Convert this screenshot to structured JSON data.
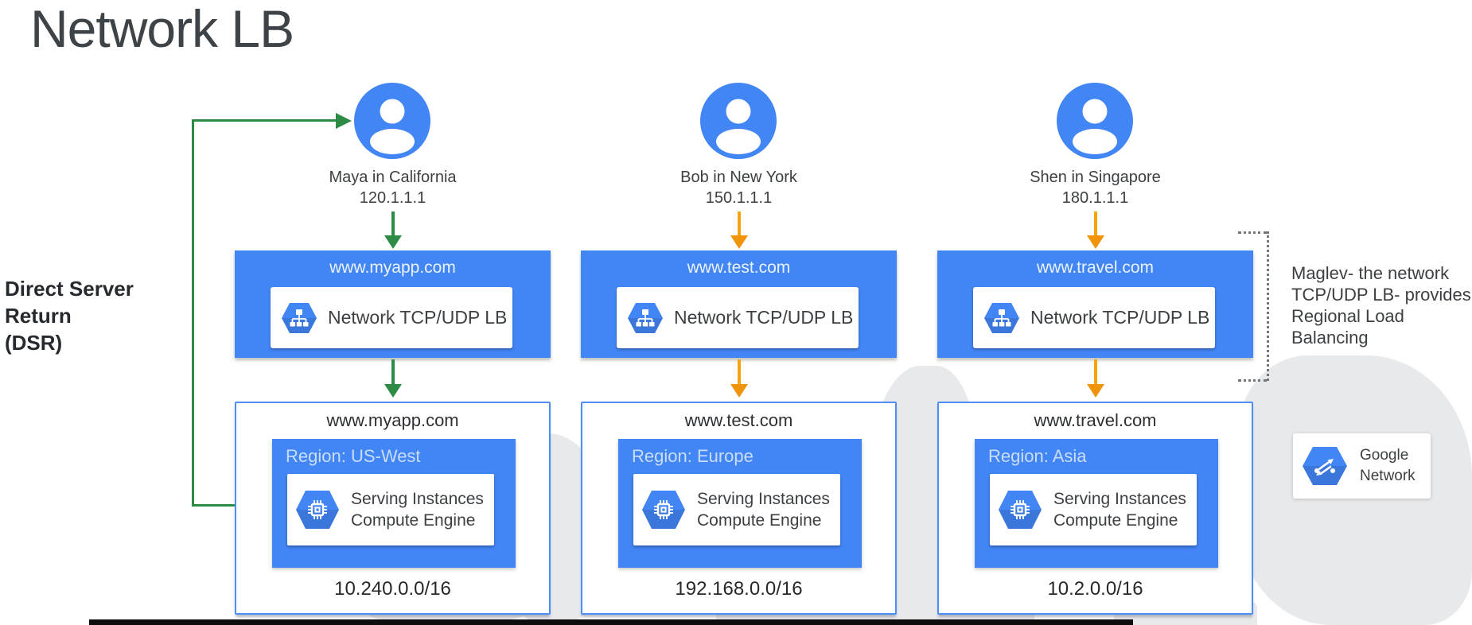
{
  "title": "Network LB",
  "dsr_note": {
    "lines": [
      "Direct Server",
      "Return",
      "(DSR)"
    ]
  },
  "maglev_note": {
    "lines": [
      "Maglev- the network",
      "TCP/UDP LB- provides",
      "Regional Load",
      "Balancing"
    ]
  },
  "columns": [
    {
      "user": {
        "name": "Maya in California",
        "ip": "120.1.1.1"
      },
      "frontend": {
        "domain": "www.myapp.com",
        "lb_label": "Network TCP/UDP LB"
      },
      "backend": {
        "domain": "www.myapp.com",
        "region_label": "Region: US-West",
        "instance_lines": [
          "Serving Instances",
          "Compute Engine"
        ],
        "cidr": "10.240.0.0/16"
      },
      "arrow_color": "#2E8B46"
    },
    {
      "user": {
        "name": "Bob in New York",
        "ip": "150.1.1.1"
      },
      "frontend": {
        "domain": "www.test.com",
        "lb_label": "Network TCP/UDP LB"
      },
      "backend": {
        "domain": "www.test.com",
        "region_label": "Region: Europe",
        "instance_lines": [
          "Serving Instances",
          "Compute Engine"
        ],
        "cidr": "192.168.0.0/16"
      },
      "arrow_color": "#F6A40A"
    },
    {
      "user": {
        "name": "Shen in Singapore",
        "ip": "180.1.1.1"
      },
      "frontend": {
        "domain": "www.travel.com",
        "lb_label": "Network TCP/UDP LB"
      },
      "backend": {
        "domain": "www.travel.com",
        "region_label": "Region: Asia",
        "instance_lines": [
          "Serving Instances",
          "Compute Engine"
        ],
        "cidr": "10.2.0.0/16"
      },
      "arrow_color": "#F6A40A"
    }
  ],
  "google_network_badge": {
    "lines": [
      "Google",
      "Network"
    ]
  },
  "icons": {
    "user": "person-avatar-icon",
    "load_balancer": "network-lb-hexagon-icon",
    "compute": "compute-engine-hexagon-icon",
    "google_network": "google-network-hexagon-icon"
  },
  "colors": {
    "google_blue": "#4285F4",
    "dsr_green": "#2E8B46",
    "request_orange": "#F6A40A",
    "region_label_blue": "#C9DDFC",
    "dark_text": "#3C4043",
    "map_gray": "#E7E9EB"
  }
}
